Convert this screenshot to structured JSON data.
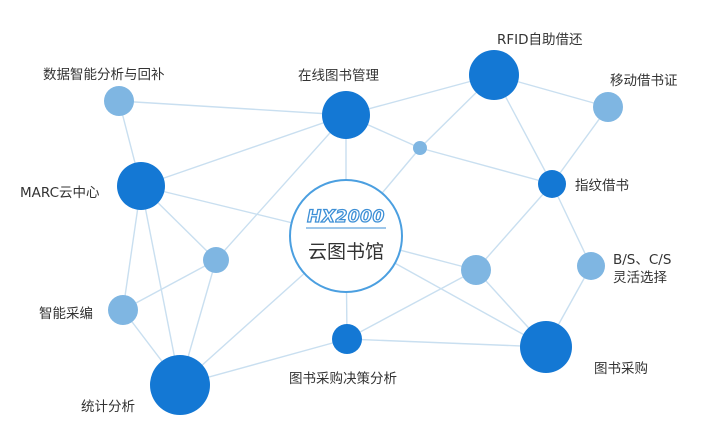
{
  "center": {
    "logo_text": "HX2000",
    "title": "云图书馆"
  },
  "nodes": {
    "analysis_backfill": "数据智能分析与回补",
    "online_management": "在线图书管理",
    "rfid_selfservice": "RFID自助借还",
    "mobile_card": "移动借书证",
    "marc_cloud": "MARC云中心",
    "fingerprint_borrow": "指纹借书",
    "bs_cs_line1": "B/S、C/S",
    "bs_cs_line2": "灵活选择",
    "smart_cataloging": "智能采编",
    "acquisition_decision": "图书采购决策分析",
    "book_purchase": "图书采购",
    "statistics": "统计分析"
  },
  "colors": {
    "node_dark": "#1478d4",
    "node_light": "#7fb6e2",
    "edge": "#c9dff0",
    "center_ring": "#4b9fe0",
    "text": "#333333"
  }
}
